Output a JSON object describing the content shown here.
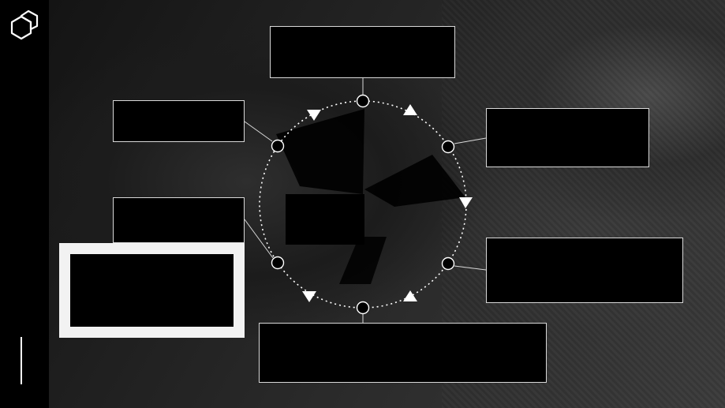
{
  "colors": {
    "accent": "#ffffff",
    "box_fill": "#000000",
    "box_border": "#d9d9d9",
    "highlight_frame": "#f2f2f2"
  },
  "sidebar": {
    "logo_icon": "hexagon-cube-icon"
  },
  "diagram": {
    "nodes": [
      {
        "id": "top",
        "text": ""
      },
      {
        "id": "upper-right",
        "text": ""
      },
      {
        "id": "lower-right",
        "text": ""
      },
      {
        "id": "bottom",
        "text": ""
      },
      {
        "id": "lower-left",
        "text": ""
      },
      {
        "id": "upper-left",
        "text": ""
      }
    ],
    "highlight": {
      "text": ""
    }
  }
}
